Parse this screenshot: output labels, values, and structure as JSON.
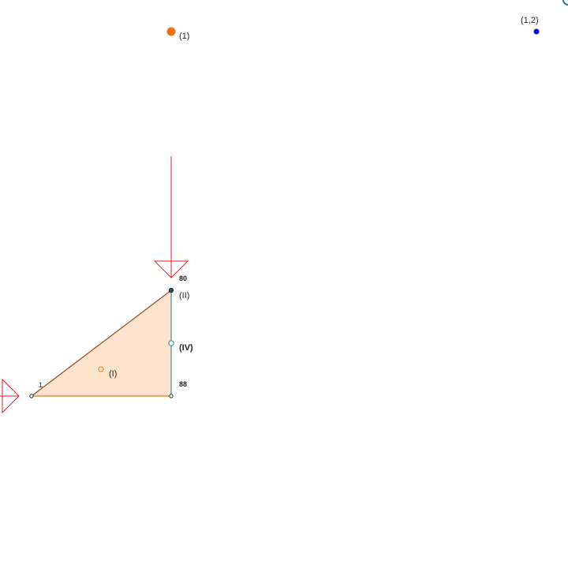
{
  "labels": {
    "orange_point": "(1)",
    "blue_point": "(1,2)",
    "face": "(I)",
    "top_vertex": "(II)",
    "mid_edge": "(IV)",
    "top_overlap": "80",
    "bottom_overlap": "88",
    "left_vertex": "1"
  },
  "colors": {
    "orange": "#f07010",
    "blue": "#0000ee",
    "face_fill": "#fde3cc",
    "face_stroke": "#e07a20",
    "teal": "#3a9a8a",
    "red": "#dd2222",
    "dark": "#222222"
  }
}
